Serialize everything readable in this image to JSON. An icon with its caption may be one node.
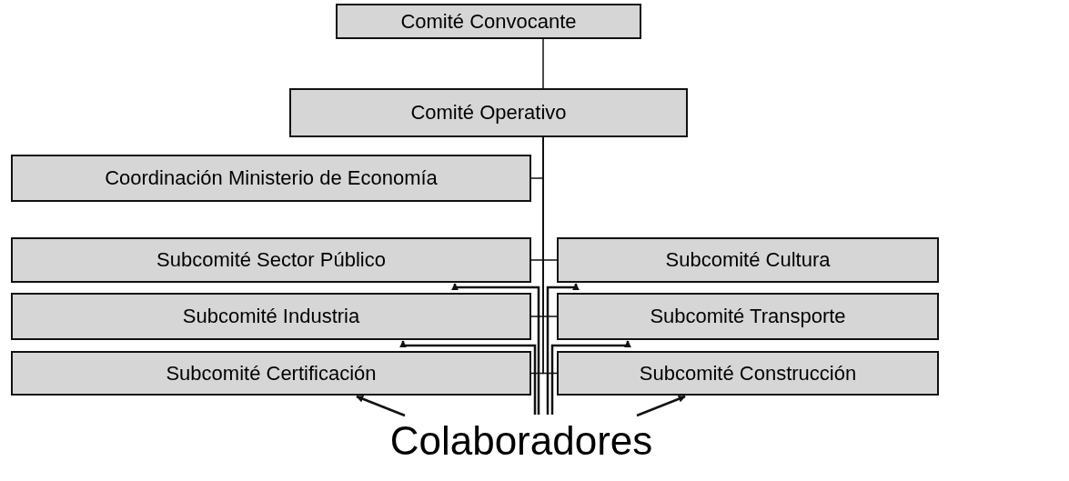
{
  "diagram": {
    "nodes": [
      {
        "text": [
          "Comité Convocante"
        ]
      },
      {
        "text": [
          "Comité Operativo"
        ]
      },
      {
        "text": [
          "Coordinación Ministerio de Economía"
        ]
      },
      {
        "text": [
          "Subcomité Sector Público"
        ]
      },
      {
        "text": [
          "Subcomité Cultura"
        ]
      },
      {
        "text": [
          "Subcomité Industria"
        ]
      },
      {
        "text": [
          "Subcomité Transporte"
        ]
      },
      {
        "text": [
          "Subcomité Certificación"
        ]
      },
      {
        "text": [
          "Subcomité Construcción"
        ]
      },
      {
        "text": [
          "Colaboradores"
        ]
      }
    ],
    "edges": [
      {
        "from": 0,
        "to": 1,
        "arrow": "none"
      },
      {
        "from": 1,
        "to": 2,
        "arrow": "none"
      },
      {
        "from": 1,
        "to": 3,
        "arrow": "none"
      },
      {
        "from": 1,
        "to": 4,
        "arrow": "none"
      },
      {
        "from": 1,
        "to": 5,
        "arrow": "none"
      },
      {
        "from": 1,
        "to": 6,
        "arrow": "none"
      },
      {
        "from": 1,
        "to": 7,
        "arrow": "none"
      },
      {
        "from": 1,
        "to": 8,
        "arrow": "none"
      },
      {
        "from": 9,
        "to": 7,
        "arrow": "to"
      },
      {
        "from": 9,
        "to": 5,
        "arrow": "to"
      },
      {
        "from": 9,
        "to": 3,
        "arrow": "to"
      },
      {
        "from": 9,
        "to": 4,
        "arrow": "to"
      },
      {
        "from": 9,
        "to": 6,
        "arrow": "to"
      },
      {
        "from": 9,
        "to": 8,
        "arrow": "to"
      }
    ]
  }
}
